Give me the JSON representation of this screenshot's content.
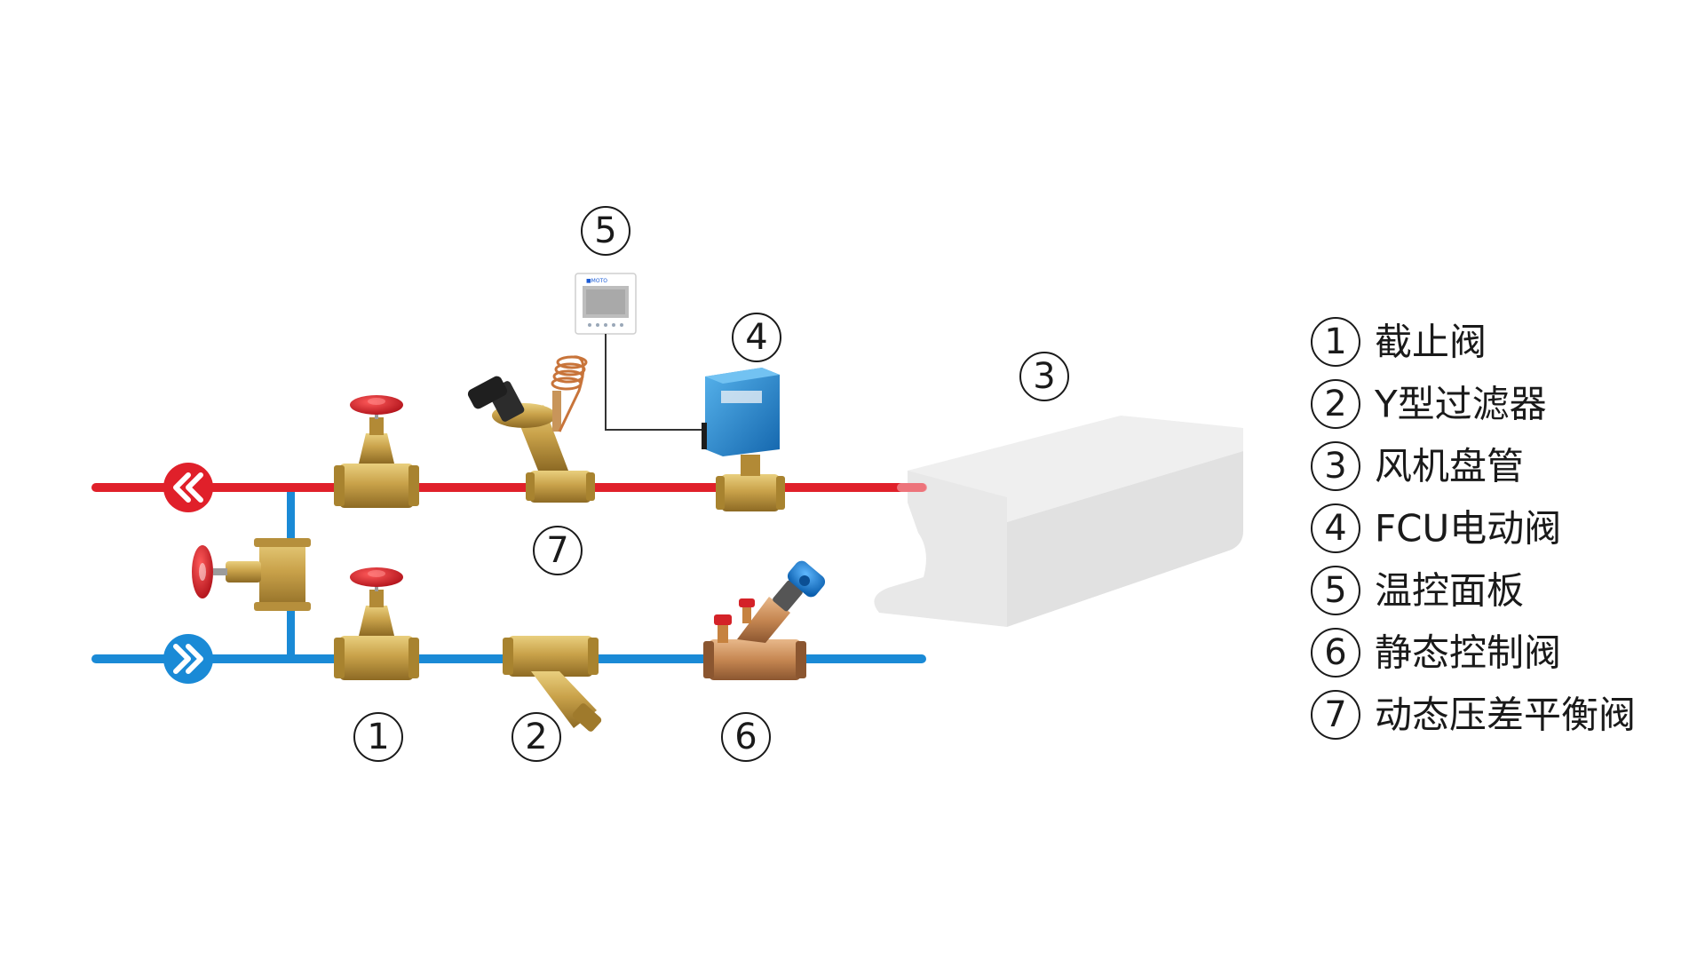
{
  "colors": {
    "supply_pipe": "#e0202a",
    "return_pipe": "#1a8ad6",
    "brass": "#c8a24a",
    "handwheel": "#d6202a",
    "actuator": "#1f86d0",
    "unit_body": "#e4e4e4",
    "text": "#1a1a1a"
  },
  "icons": {
    "supply_arrow": "double-chevron-left-icon",
    "return_arrow": "double-chevron-right-icon"
  },
  "callouts": {
    "c1": "1",
    "c2": "2",
    "c3": "3",
    "c4": "4",
    "c5": "5",
    "c6": "6",
    "c7": "7"
  },
  "thermostat": {
    "brand": "■MOTO"
  },
  "legend": [
    {
      "num": "1",
      "label": "截止阀"
    },
    {
      "num": "2",
      "label": "Y型过滤器"
    },
    {
      "num": "3",
      "label": "风机盘管"
    },
    {
      "num": "4",
      "label": "FCU电动阀"
    },
    {
      "num": "5",
      "label": "温控面板"
    },
    {
      "num": "6",
      "label": "静态控制阀"
    },
    {
      "num": "7",
      "label": "动态压差平衡阀"
    }
  ]
}
